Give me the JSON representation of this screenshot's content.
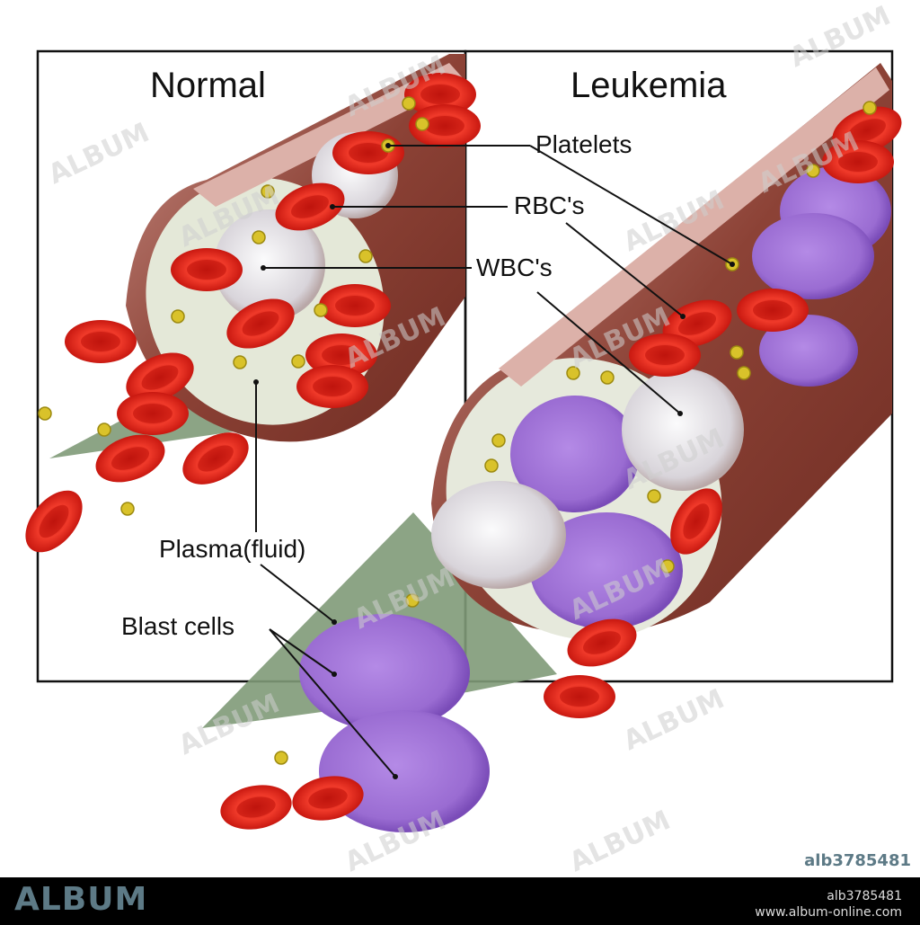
{
  "titles": {
    "normal": "Normal",
    "leukemia": "Leukemia"
  },
  "labels": {
    "platelets": "Platelets",
    "rbcs": "RBC's",
    "wbcs": "WBC's",
    "plasma": "Plasma(fluid)",
    "blast_cells": "Blast cells"
  },
  "watermark": "ALBUM",
  "footer": {
    "logo": "ALBUM",
    "image_id": "alb3785481",
    "url": "www.album-online.com"
  },
  "corner_id": "alb3785481",
  "colors": {
    "rbc": "#e8241c",
    "wbc": "#e9e6ea",
    "blast": "#a77ad8",
    "platelet": "#d9c22a",
    "vessel": "#8a3f33",
    "plasma": "#7f9a78"
  }
}
